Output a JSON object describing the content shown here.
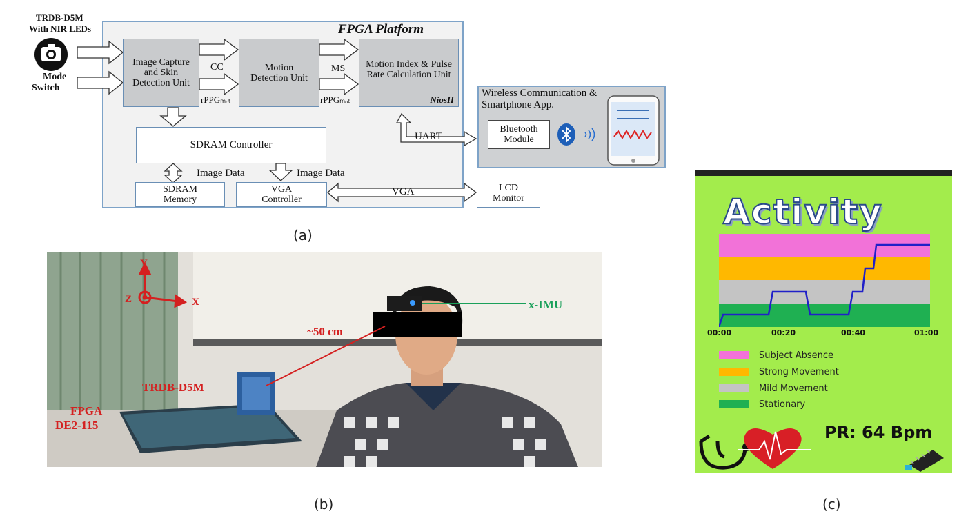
{
  "panel_a": {
    "caption": "(a)",
    "platform_title": "FPGA Platform",
    "camera_label_1": "TRDB-D5M",
    "camera_label_2": "With NIR LEDs",
    "mode_switch_1": "Mode",
    "mode_switch_2": "Switch",
    "image_capture_unit": "Image Capture and Skin Detection Unit",
    "motion_detection_unit": "Motion Detection Unit",
    "motion_index_unit": "Motion Index & Pulse Rate Calculation Unit",
    "nios_label": "NiosII",
    "cc_label": "CC",
    "ms_label": "MS",
    "rppg_label_1": "rPPGₘₒₜ",
    "rppg_label_2": "rPPGₘₒₜ",
    "sdram_controller": "SDRAM Controller",
    "image_data_1": "Image Data",
    "image_data_2": "Image Data",
    "sdram_memory": "SDRAM Memory",
    "vga_controller": "VGA Controller",
    "vga_label": "VGA",
    "lcd_monitor": "LCD Monitor",
    "uart_label": "UART",
    "wireless_title_1": "Wireless Communication &",
    "wireless_title_2": "Smartphone App.",
    "bluetooth_module": "Bluetooth Module"
  },
  "panel_b": {
    "caption": "(b)",
    "label_y": "Y",
    "label_z": "Z",
    "label_x": "X",
    "distance": "~50 cm",
    "imu": "x-IMU",
    "camera": "TRDB-D5M",
    "fpga_1": "FPGA",
    "fpga_2": "DE2-115"
  },
  "panel_c": {
    "caption": "(c)",
    "title": "Activity",
    "x_ticks": [
      "00:00",
      "00:20",
      "00:40",
      "01:00"
    ],
    "legend": [
      {
        "label": "Subject Absence",
        "color": "#f272d8"
      },
      {
        "label": "Strong Movement",
        "color": "#ffb800"
      },
      {
        "label": "Mild Movement",
        "color": "#c4c4c4"
      },
      {
        "label": "Stationary",
        "color": "#1fb052"
      }
    ],
    "pulse_rate": "PR: 64 Bpm",
    "background_color": "#a3ec4c",
    "line_color": "#2020c8"
  }
}
